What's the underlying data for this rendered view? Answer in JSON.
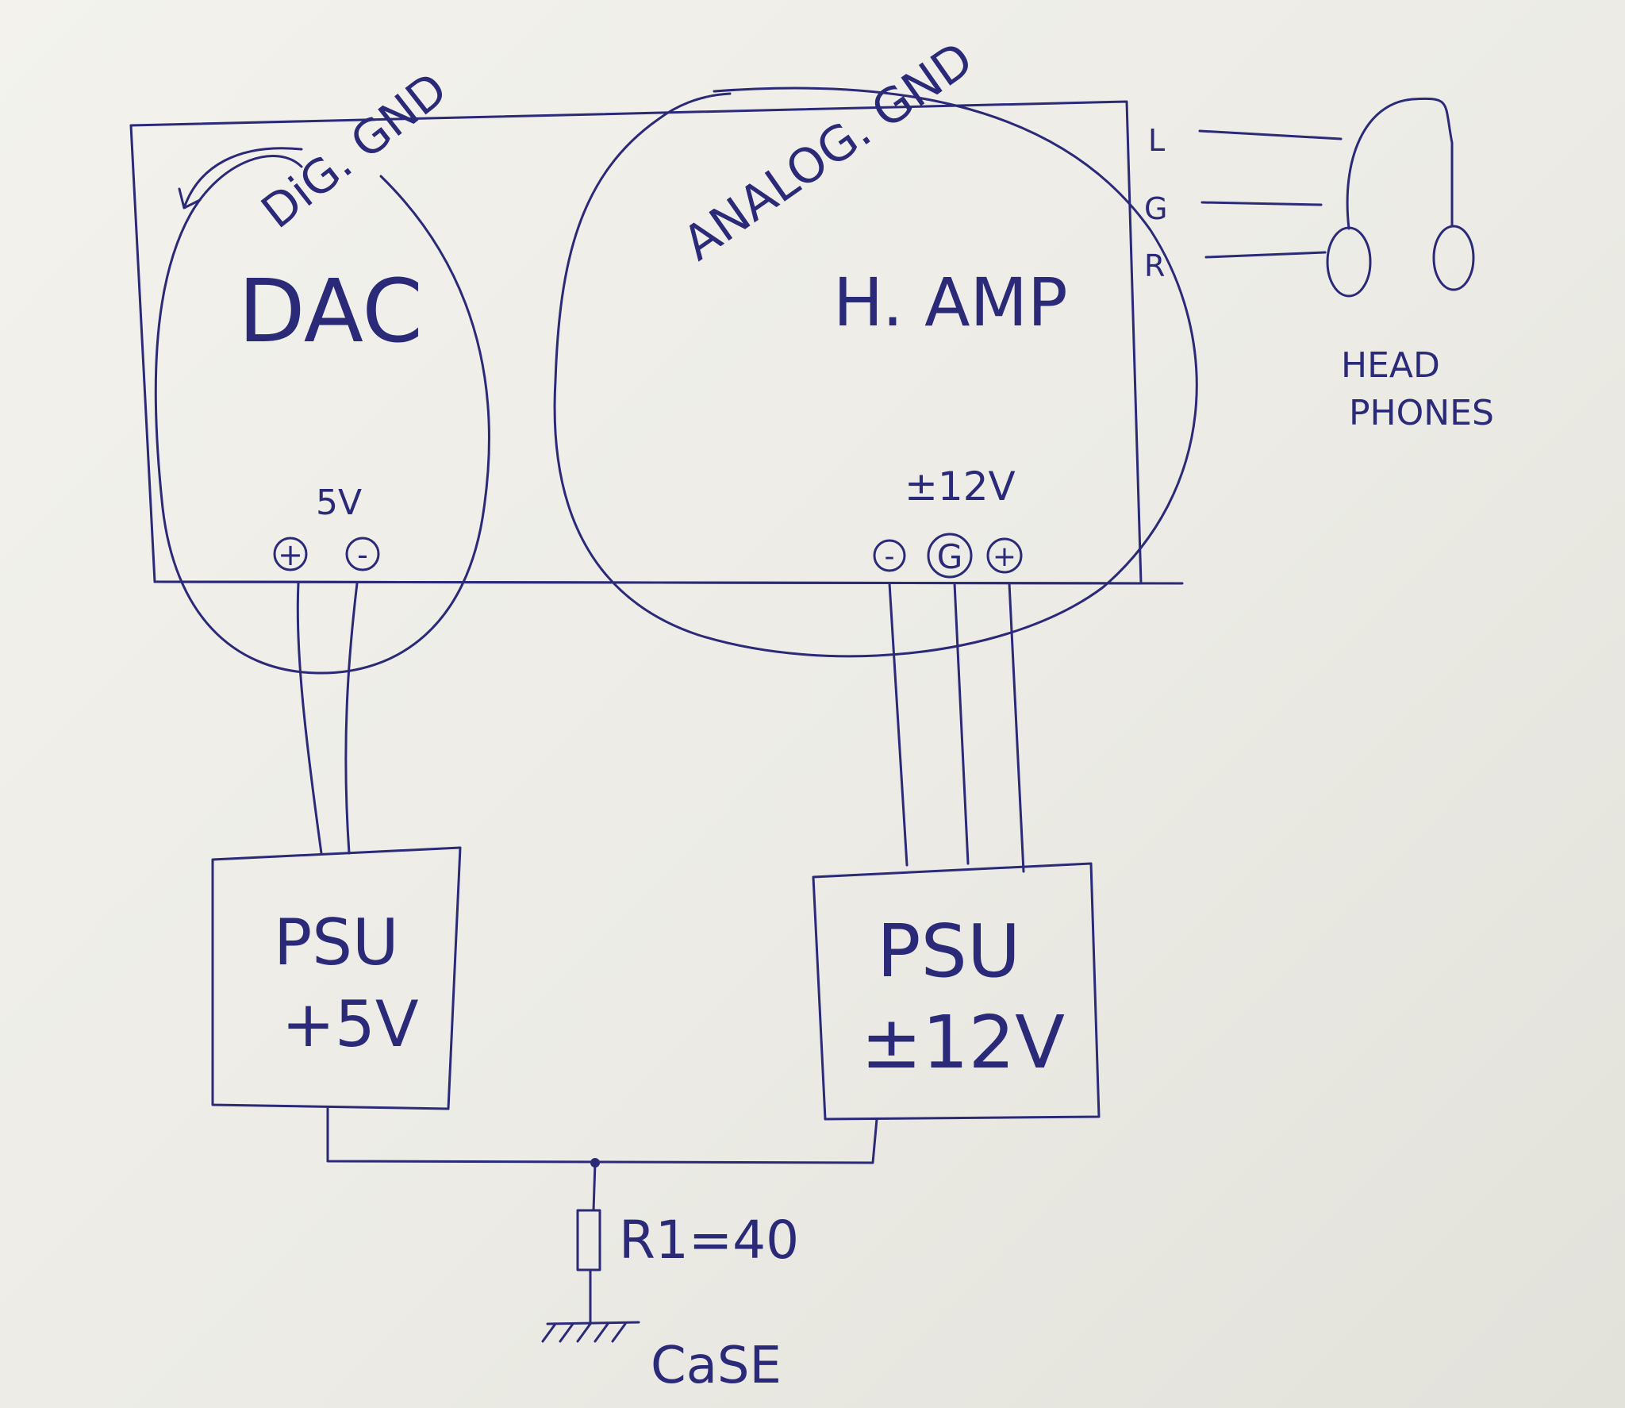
{
  "colors": {
    "ink": "#2b2a78",
    "paper": "#efeee8"
  },
  "regions": {
    "digital_ground": "DiG. GND",
    "analog_ground": "ANALOG. GND"
  },
  "blocks": {
    "dac": {
      "label": "DAC",
      "supply_label": "5V",
      "pin_plus": "+",
      "pin_minus": "-"
    },
    "amp": {
      "label": "H. AMP",
      "supply_label": "±12V",
      "pin_minus": "-",
      "pin_ground": "G",
      "pin_plus": "+"
    },
    "outputs": {
      "left": "L",
      "ground": "G",
      "right": "R"
    },
    "headphones": {
      "label_line1": "HEAD",
      "label_line2": "PHONES"
    },
    "psu_5v": {
      "title": "PSU",
      "rating": "+5V"
    },
    "psu_12v": {
      "title": "PSU",
      "rating": "±12V"
    },
    "resistor": {
      "label": "R1=40"
    },
    "case": {
      "label": "CaSE"
    }
  }
}
